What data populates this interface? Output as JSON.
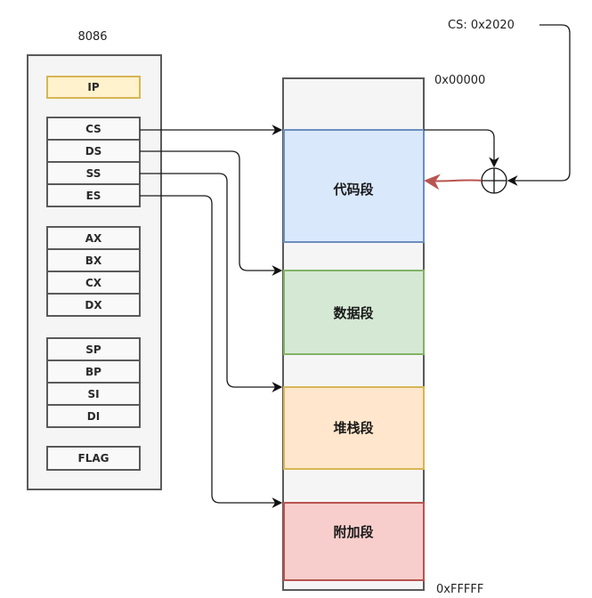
{
  "cpu": {
    "title": "8086",
    "ip": "IP",
    "segment_registers": [
      "CS",
      "DS",
      "SS",
      "ES"
    ],
    "general_registers": [
      "AX",
      "BX",
      "CX",
      "DX"
    ],
    "pointer_registers": [
      "SP",
      "BP",
      "SI",
      "DI"
    ],
    "flag": "FLAG"
  },
  "memory": {
    "start_address": "0x00000",
    "end_address": "0xFFFFF",
    "segments": [
      {
        "label": "代码段",
        "register": "CS",
        "fill": "#dae8fc",
        "stroke": "#6c8ebf"
      },
      {
        "label": "数据段",
        "register": "DS",
        "fill": "#d5e8d4",
        "stroke": "#82b366"
      },
      {
        "label": "堆栈段",
        "register": "SS",
        "fill": "#ffe6cc",
        "stroke": "#d6b656"
      },
      {
        "label": "附加段",
        "register": "ES",
        "fill": "#f8cecc",
        "stroke": "#b85450"
      }
    ]
  },
  "adder": {
    "input_label": "CS: 0x2020",
    "output_arrow_color": "#b85450"
  },
  "colors": {
    "ip_fill": "#fff2cc",
    "ip_stroke": "#d6b656",
    "panel_fill": "#f5f5f5",
    "panel_stroke": "#666666"
  }
}
